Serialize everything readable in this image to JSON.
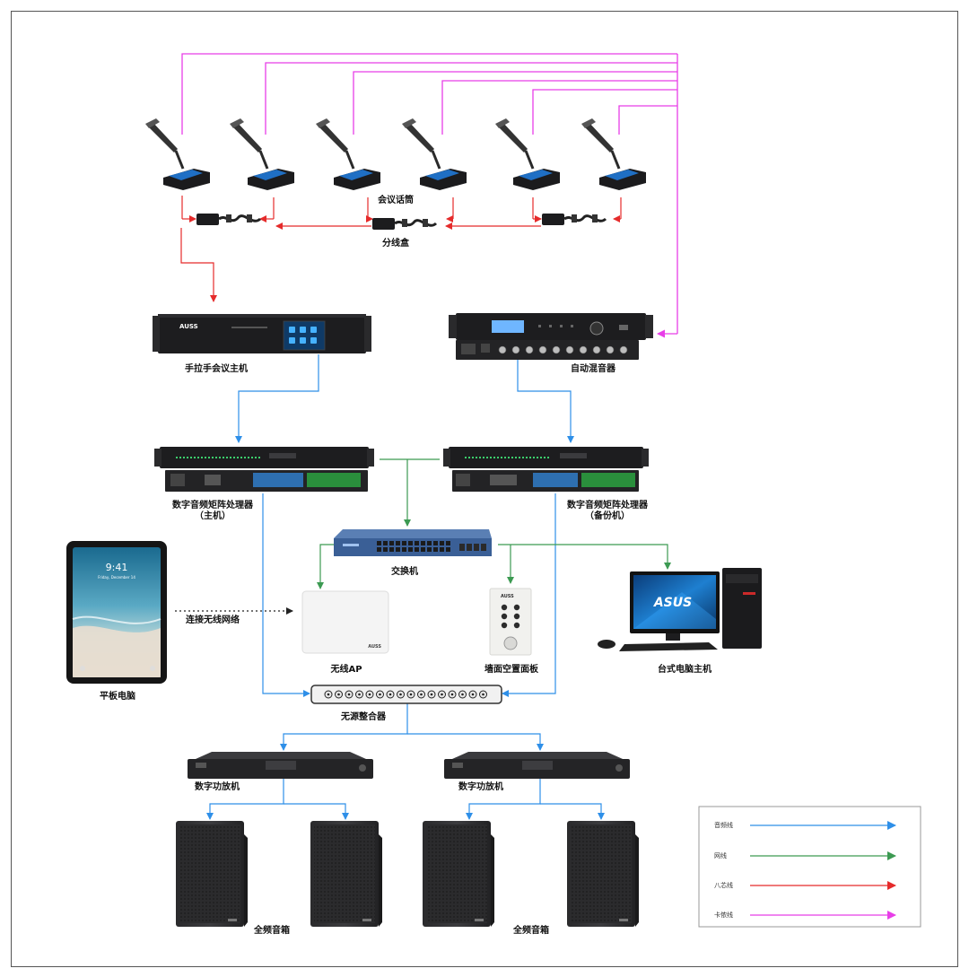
{
  "labels": {
    "conference_mics": "会议话筒",
    "splitter_box": "分线盒",
    "conference_host": "手拉手会议主机",
    "auto_mixer": "自动混音器",
    "dsp_main_line1": "数字音频矩阵处理器",
    "dsp_main_line2": "（主机）",
    "dsp_backup_line1": "数字音频矩阵处理器",
    "dsp_backup_line2": "（备份机）",
    "switch": "交换机",
    "tablet": "平板电脑",
    "wireless_link": "连接无线网络",
    "wireless_ap": "无线AP",
    "wall_panel": "墙面空置面板",
    "desktop_pc": "台式电脑主机",
    "passive_combiner": "无源整合器",
    "amp_left": "数字功放机",
    "amp_right": "数字功放机",
    "speakers_left": "全频音箱",
    "speakers_right": "全频音箱",
    "brand": "AUSS",
    "pc_brand": "ASUS",
    "tablet_time": "9:41",
    "tablet_date": "Friday, December 14"
  },
  "legend": [
    {
      "label": "音频线",
      "color": "#1e8ce6"
    },
    {
      "label": "网线",
      "color": "#2ea24a"
    },
    {
      "label": "八芯线",
      "color": "#e62828"
    },
    {
      "label": "卡侬线",
      "color": "#e63ae6"
    }
  ],
  "colors": {
    "audio": "#2e8fe8",
    "network": "#3c9a52",
    "eight_core": "#e52b2b",
    "xlr": "#e83ee8",
    "device_dark": "#1d1d1f",
    "switch_blue": "#3a5f96"
  }
}
